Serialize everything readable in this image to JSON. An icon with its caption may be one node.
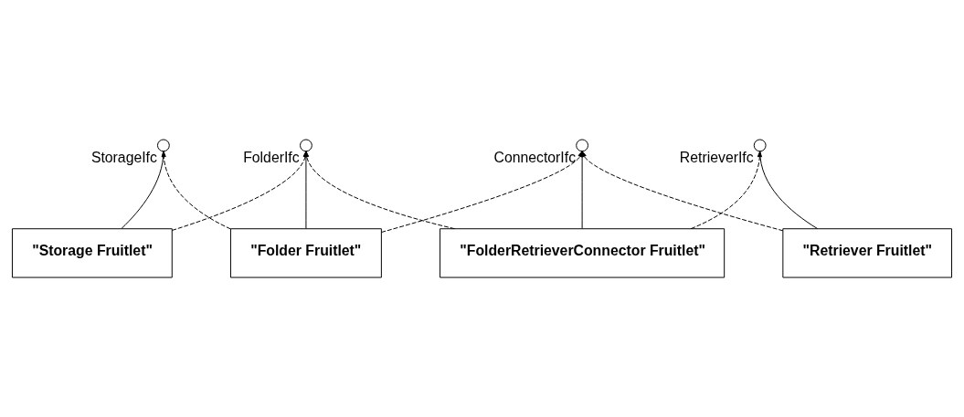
{
  "diagram": {
    "nodes": [
      {
        "text": [
          "\"Storage Fruitlet\""
        ]
      },
      {
        "text": [
          "\"Retriever Fruitlet\""
        ]
      },
      {
        "text": [],
        "shape": "circle",
        "beside": [
          "StorageIfc"
        ]
      },
      {
        "text": [],
        "shape": "circle",
        "beside": [
          "RetrieverIfc"
        ]
      },
      {
        "text": [],
        "shape": "circle",
        "beside": [
          "FolderIfc"
        ]
      },
      {
        "text": [],
        "shape": "circle",
        "beside": [
          "ConnectorIfc"
        ]
      },
      {
        "text": [
          "\"Folder Fruitlet\""
        ]
      },
      {
        "text": [
          "\"FolderRetrieverConnector Fruitlet\""
        ]
      }
    ],
    "edges": [
      {
        "from": 0,
        "to": 2,
        "arrow": "none"
      },
      {
        "from": 1,
        "to": 3,
        "arrow": "none"
      },
      {
        "from": 6,
        "to": 4,
        "arrow": "none"
      },
      {
        "from": 7,
        "to": 5,
        "arrow": "none"
      },
      {
        "from": 0,
        "to": 4,
        "arrow": "to",
        "style": "dashed"
      },
      {
        "from": 1,
        "to": 5,
        "arrow": "to",
        "style": "dashed"
      },
      {
        "from": 6,
        "to": 2,
        "arrow": "to",
        "style": "dashed"
      },
      {
        "from": 7,
        "to": 3,
        "arrow": "to",
        "style": "dashed"
      },
      {
        "from": 6,
        "to": 5,
        "arrow": "to",
        "style": "dashed"
      },
      {
        "from": 7,
        "to": 4,
        "arrow": "to",
        "style": "dashed"
      }
    ]
  }
}
